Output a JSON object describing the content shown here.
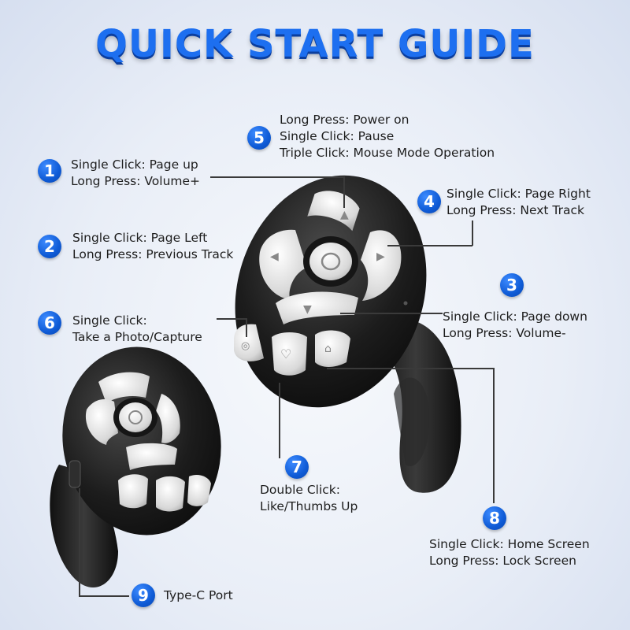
{
  "title": "QUICK START GUIDE",
  "callouts": [
    {
      "num": "1",
      "lines": [
        "Single Click: Page up",
        "Long Press: Volume+"
      ]
    },
    {
      "num": "2",
      "lines": [
        "Single Click: Page Left",
        "Long Press: Previous Track"
      ]
    },
    {
      "num": "3",
      "lines": [
        "Single Click: Page down",
        "Long Press: Volume-"
      ]
    },
    {
      "num": "4",
      "lines": [
        "Single Click: Page Right",
        "Long Press: Next Track"
      ]
    },
    {
      "num": "5",
      "lines": [
        "Long Press: Power on",
        "Single Click: Pause",
        "Triple Click: Mouse Mode Operation"
      ]
    },
    {
      "num": "6",
      "lines": [
        "Single Click:",
        "Take a Photo/Capture"
      ]
    },
    {
      "num": "7",
      "lines": [
        "Double Click:",
        "Like/Thumbs Up"
      ]
    },
    {
      "num": "8",
      "lines": [
        "Single Click: Home Screen",
        "Long Press: Lock Screen"
      ]
    },
    {
      "num": "9",
      "lines": [
        "Type-C Port"
      ]
    }
  ],
  "colors": {
    "accent": "#1d6ff0",
    "device": "#1a1a1a",
    "button": "#d9d9d9"
  }
}
